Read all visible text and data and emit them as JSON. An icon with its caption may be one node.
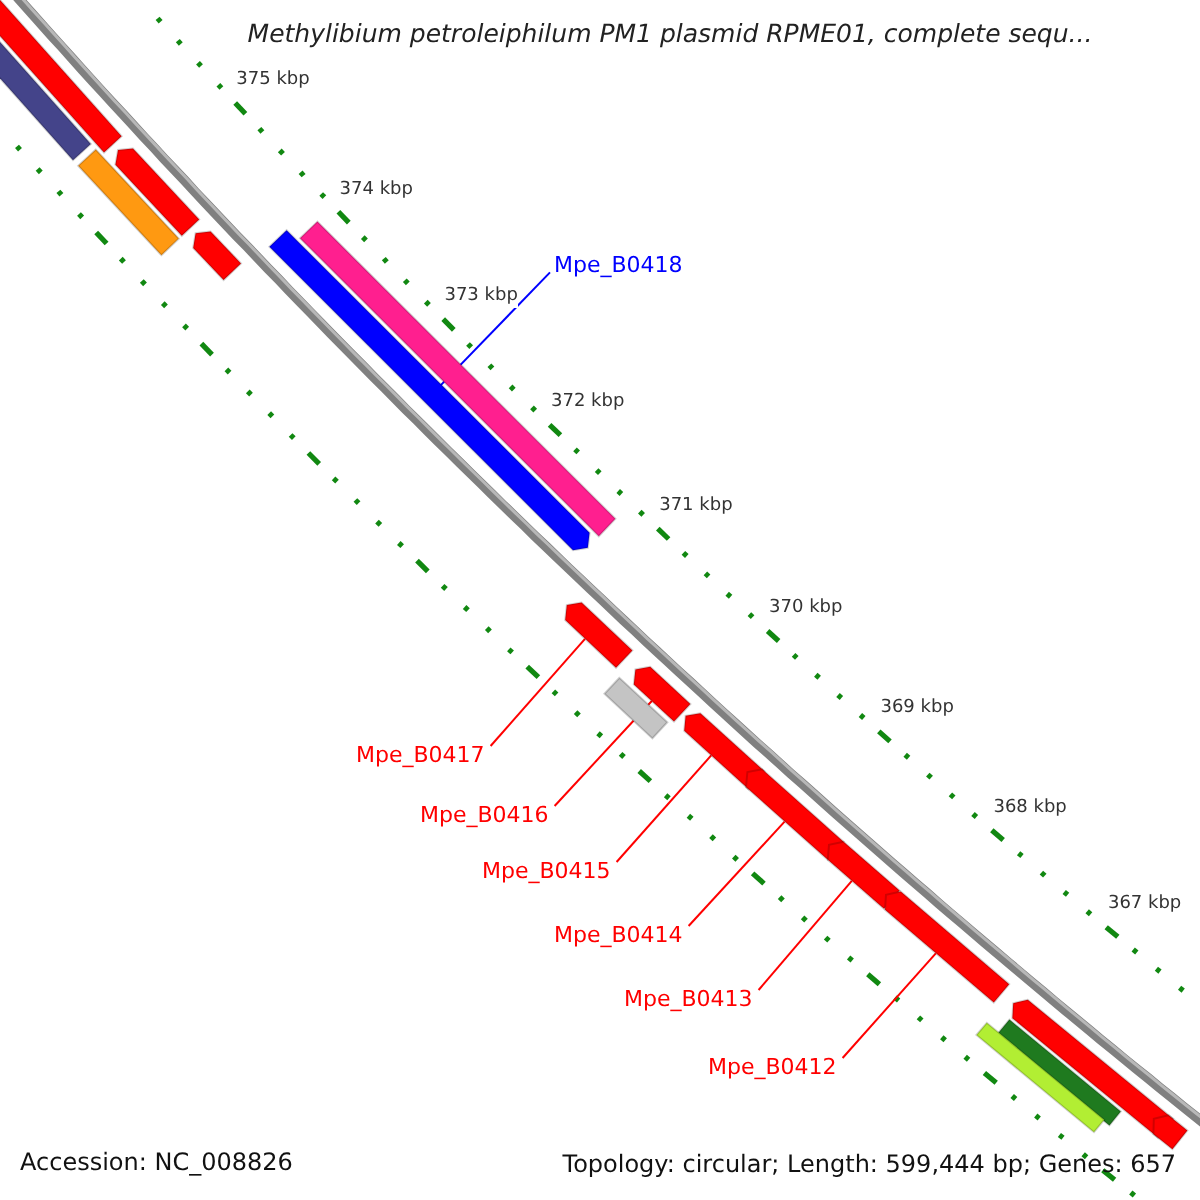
{
  "diagram": {
    "title": "Methylibium petroleiphilum PM1 plasmid RPME01, complete sequ...",
    "nodes": [
      {
        "text": [],
        "shape": "bar"
      },
      {
        "text": [],
        "shape": "bar"
      },
      {
        "text": [],
        "shape": "bar"
      },
      {
        "text": [],
        "shape": "bar"
      },
      {
        "text": [],
        "shape": "bar"
      },
      {
        "text": [],
        "shape": "bar"
      },
      {
        "text": [],
        "shape": "bar"
      },
      {
        "text": [
          "Mpe_B0418"
        ]
      },
      {
        "text": [],
        "shape": "bar"
      },
      {
        "text": [],
        "shape": "bar"
      },
      {
        "text": [],
        "shape": "bar"
      },
      {
        "text": [],
        "shape": "bar"
      },
      {
        "text": [],
        "shape": "bar"
      },
      {
        "text": [],
        "shape": "bar"
      },
      {
        "text": [],
        "shape": "bar"
      },
      {
        "text": [
          "Mpe_B0417"
        ]
      },
      {
        "text": [
          "Mpe_B0416"
        ]
      },
      {
        "text": [
          "Mpe_B0415"
        ]
      },
      {
        "text": [
          "Mpe_B0414"
        ]
      },
      {
        "text": [
          "Mpe_B0413"
        ]
      },
      {
        "text": [],
        "shape": "bar"
      },
      {
        "text": [],
        "shape": "bar"
      },
      {
        "text": [],
        "shape": "bar"
      },
      {
        "text": [
          "Mpe_B0412"
        ]
      },
      {
        "text": [],
        "shape": "bar"
      }
    ],
    "edges": [
      {
        "from": 7,
        "to": 6,
        "arrow": "none",
        "color": "#0000ff"
      },
      {
        "from": 15,
        "to": 8,
        "arrow": "none"
      },
      {
        "from": 16,
        "to": 9,
        "arrow": "none"
      },
      {
        "from": 17,
        "to": 11,
        "arrow": "none"
      },
      {
        "from": 18,
        "to": 12,
        "arrow": "none"
      },
      {
        "from": 19,
        "to": 13,
        "arrow": "none"
      },
      {
        "from": 23,
        "to": 14,
        "arrow": "none"
      }
    ],
    "labels": [
      "375 kbp",
      "374 kbp",
      "373 kbp",
      "372 kbp",
      "371 kbp",
      "370 kbp",
      "369 kbp",
      "368 kbp",
      "367 kbp",
      "Accession: NC_008826",
      "Topology: circular; Length: 599,444 bp; Genes: 657"
    ]
  }
}
